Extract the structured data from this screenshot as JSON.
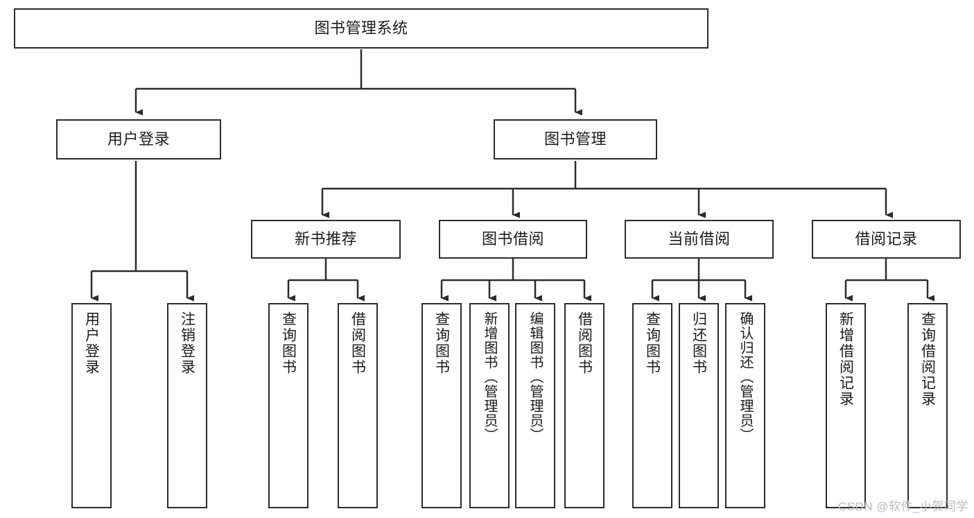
{
  "diagram": {
    "title": "图书管理系统",
    "type": "tree-hierarchy-diagram",
    "colors": {
      "border": "#2b2b2b",
      "fill": "#ffffff",
      "text": "#1a1a1a",
      "connector": "#2b2b2b",
      "watermark": "#b9b9b9"
    },
    "root": {
      "label": "图书管理系统"
    },
    "level2": [
      {
        "label": "用户登录"
      },
      {
        "label": "图书管理"
      }
    ],
    "level3": [
      {
        "label": "新书推荐"
      },
      {
        "label": "图书借阅"
      },
      {
        "label": "当前借阅"
      },
      {
        "label": "借阅记录"
      }
    ],
    "leaves": {
      "user_login": [
        {
          "label": "用户登录"
        },
        {
          "label": "注销登录"
        }
      ],
      "new_book_recommend": [
        {
          "label": "查询图书"
        },
        {
          "label": "借阅图书"
        }
      ],
      "book_borrow": [
        {
          "label": "查询图书"
        },
        {
          "label": "新增图书（管理员）"
        },
        {
          "label": "编辑图书（管理员）"
        },
        {
          "label": "借阅图书"
        }
      ],
      "current_borrow": [
        {
          "label": "查询图书"
        },
        {
          "label": "归还图书"
        },
        {
          "label": "确认归还（管理员）"
        }
      ],
      "borrow_record": [
        {
          "label": "新增借阅记录"
        },
        {
          "label": "查询借阅记录"
        }
      ]
    },
    "watermark": "CSDN @软件_小贺同学"
  }
}
